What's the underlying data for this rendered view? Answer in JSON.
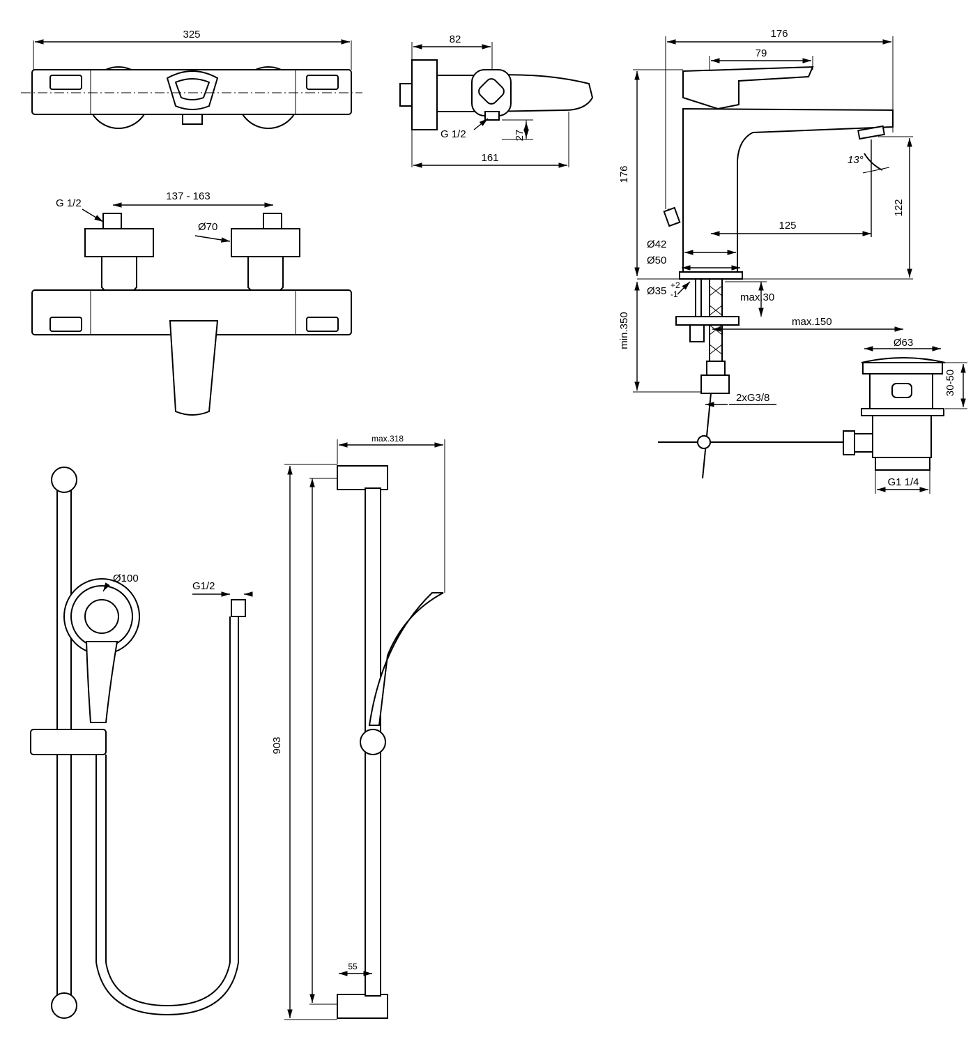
{
  "dimensions": {
    "bath_width": "325",
    "spout_depth": "82",
    "spout_thread": "G 1/2",
    "spout_height": "27",
    "spout_length": "161",
    "inlet_thread": "G 1/2",
    "centres": "137 - 163",
    "escutcheon": "Ø70",
    "basin_height": "176",
    "basin_length": "176",
    "handle_length": "79",
    "flow_angle": "13°",
    "reach": "125",
    "spout_clearance": "122",
    "base_dia_42": "Ø42",
    "base_dia_50": "Ø50",
    "hole_dia": "Ø35",
    "hole_tol_upper": "+2",
    "hole_tol_lower": "-1",
    "max_deck": "max.30",
    "min_hose": "min.350",
    "max_rod": "max.150",
    "hose_thread": "2xG3/8",
    "waste_dia": "Ø63",
    "waste_height": "30-50",
    "waste_thread": "G1 1/4",
    "rail_projection": "max.318",
    "handset_dia": "Ø100",
    "hose_connector": "G1/2",
    "rail_length": "903",
    "bracket_depth": "55"
  }
}
